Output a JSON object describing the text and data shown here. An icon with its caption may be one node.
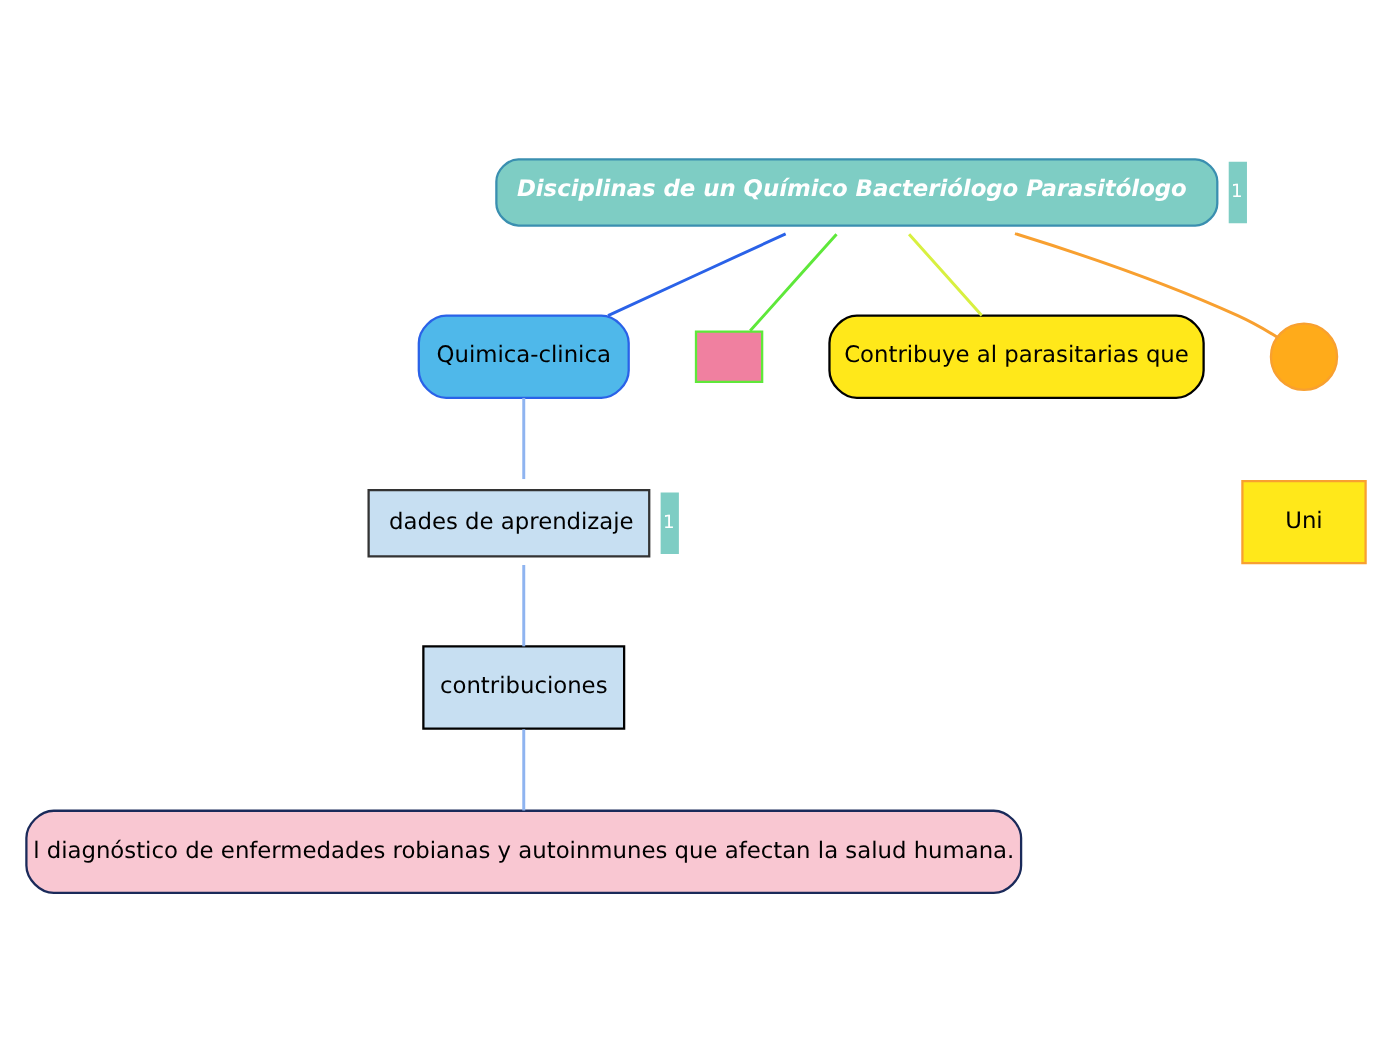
{
  "diagram": {
    "nodes": [
      {
        "text": [
          "Disciplinas de un Químico Bacteriólogo Parasitólogo"
        ],
        "beside": [
          "1"
        ]
      },
      {
        "text": [
          "Quimica-clinica"
        ]
      },
      {
        "text": [
          "dades de aprendizaje"
        ],
        "beside": [
          "1"
        ]
      },
      {
        "text": [
          "contribuciones"
        ]
      },
      {
        "text": [
          "l diagnóstico de enfermedades robianas y autoinmunes que afectan la salud humana."
        ]
      },
      {
        "text": [],
        "shape": "box"
      },
      {
        "text": [
          "Contribuye al parasitarias que"
        ]
      },
      {
        "text": [],
        "shape": "circle"
      },
      {
        "text": [
          "Uni"
        ]
      }
    ],
    "edges": [
      {
        "from": 0,
        "to": 1,
        "arrow": "none",
        "color": "#2a62e8"
      },
      {
        "from": 1,
        "to": 2,
        "arrow": "none",
        "color": "#8fb4f0"
      },
      {
        "from": 2,
        "to": 3,
        "arrow": "none",
        "color": "#8fb4f0"
      },
      {
        "from": 3,
        "to": 4,
        "arrow": "none",
        "color": "#8fb4f0"
      },
      {
        "from": 0,
        "to": 5,
        "arrow": "none",
        "color": "#5ee83a"
      },
      {
        "from": 0,
        "to": 6,
        "arrow": "none",
        "color": "#d8f040"
      },
      {
        "from": 0,
        "to": 7,
        "arrow": "none",
        "color": "#f8a030"
      }
    ]
  }
}
